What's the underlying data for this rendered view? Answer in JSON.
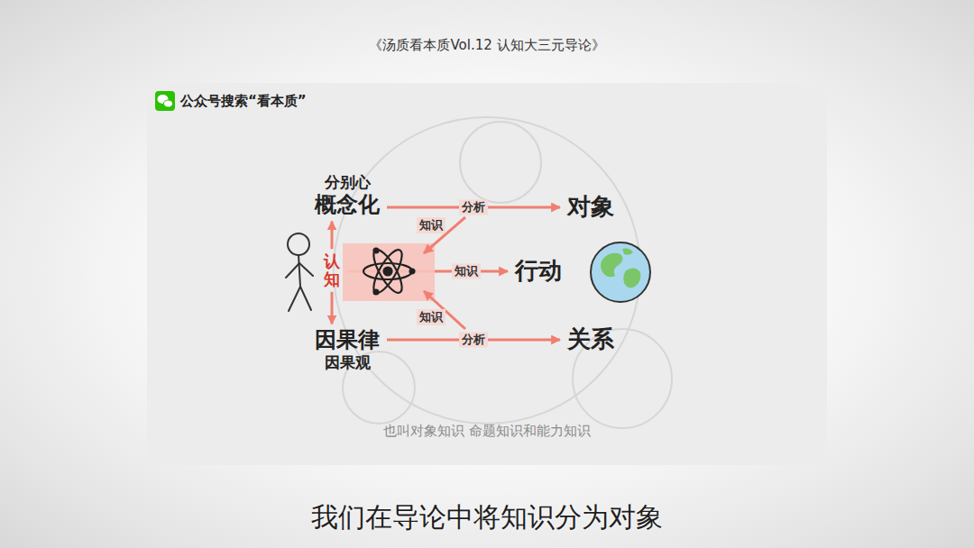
{
  "diagram": {
    "title": "《汤质看本质Vol.12 认知大三元导论》",
    "caption": "我们在导论中将知识分为对象",
    "nodes": [
      {
        "text": [
          "分别心",
          "概念化"
        ]
      },
      {
        "text": [
          "认知"
        ]
      },
      {
        "text": [
          "因果律",
          "因果观"
        ]
      },
      {
        "text": [
          "对象"
        ]
      },
      {
        "text": [
          "行动"
        ]
      },
      {
        "text": [
          "关系"
        ]
      }
    ],
    "edges": [
      {
        "from": 1,
        "to": 0,
        "arrow": "to"
      },
      {
        "from": 1,
        "to": 2,
        "arrow": "to"
      },
      {
        "from": 0,
        "to": 3,
        "label": "分析",
        "arrow": "to"
      },
      {
        "from": 1,
        "to": 4,
        "label": "知识",
        "arrow": "to"
      },
      {
        "from": 2,
        "to": 5,
        "label": "分析",
        "arrow": "to"
      }
    ],
    "labels": [
      "公众号搜索“看本质”",
      "知识",
      "知识",
      "也叫对象知识 命题知识和能力知识"
    ]
  }
}
